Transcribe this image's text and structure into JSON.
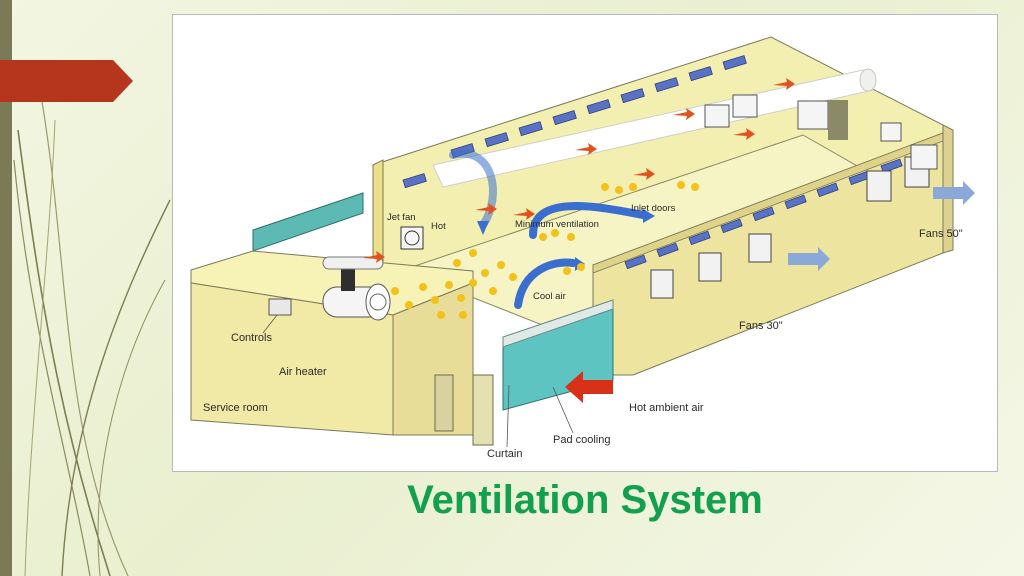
{
  "slide": {
    "title": "Ventilation System",
    "accent_color": "#12a04e",
    "tab_color": "#b5361d"
  },
  "diagram": {
    "labels": {
      "jet_fan": "Jet fan",
      "hot": "Hot",
      "minimum_ventilation": "Minimum ventilation",
      "inlet_doors": "Inlet doors",
      "fans_50": "Fans 50\"",
      "fans_30": "Fans 30\"",
      "cool_air": "Cool air",
      "controls": "Controls",
      "air_heater": "Air heater",
      "service_room": "Service room",
      "hot_ambient_air": "Hot ambient air",
      "pad_cooling": "Pad cooling",
      "curtain": "Curtain"
    }
  }
}
